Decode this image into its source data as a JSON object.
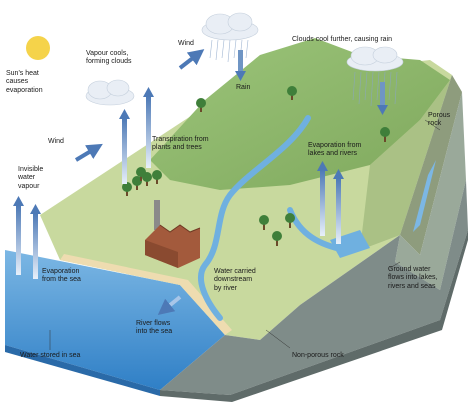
{
  "labels": {
    "suns_heat": "Sun's heat\ncauses\nevaporation",
    "vapour_cools": "Vapour cools,\nforming clouds",
    "wind_top": "Wind",
    "clouds_cool": "Clouds cool further, causing rain",
    "rain": "Rain",
    "porous_rock": "Porous\nrock",
    "wind_left": "Wind",
    "transpiration": "Transpiration from\nplants and trees",
    "evap_lakes": "Evaporation from\nlakes and rivers",
    "invisible_vapour": "Invisible\nwater\nvapour",
    "evap_sea": "Evaporation\nfrom the sea",
    "water_carried": "Water carried\ndownstream\nby river",
    "ground_water": "Ground water\nflows into lakes,\nrivers and seas",
    "river_flows": "River flows\ninto the sea",
    "water_stored": "Water stored in sea",
    "non_porous": "Non-porous rock"
  },
  "colors": {
    "sky": "#ffffff",
    "sea": "#3d8fd0",
    "sea_light": "#7cb7e4",
    "land_top": "#c4d69a",
    "land_mid": "#a9c47b",
    "hill": "#8cb56b",
    "soil": "#9fae87",
    "rock_dark": "#7c8a86",
    "sand": "#eedcb0",
    "river": "#6fb0e0",
    "arrow": "#4d79b6",
    "arrow_light": "#a8c6e8",
    "sun": "#f5d34a",
    "cloud": "#e9eef5",
    "tree": "#3f7f3a",
    "factory": "#a35a3c"
  },
  "icons": {
    "sun": "sun-icon",
    "cloud": "cloud-icon",
    "tree": "tree-icon",
    "factory": "factory-icon",
    "arrow": "arrow-icon"
  }
}
